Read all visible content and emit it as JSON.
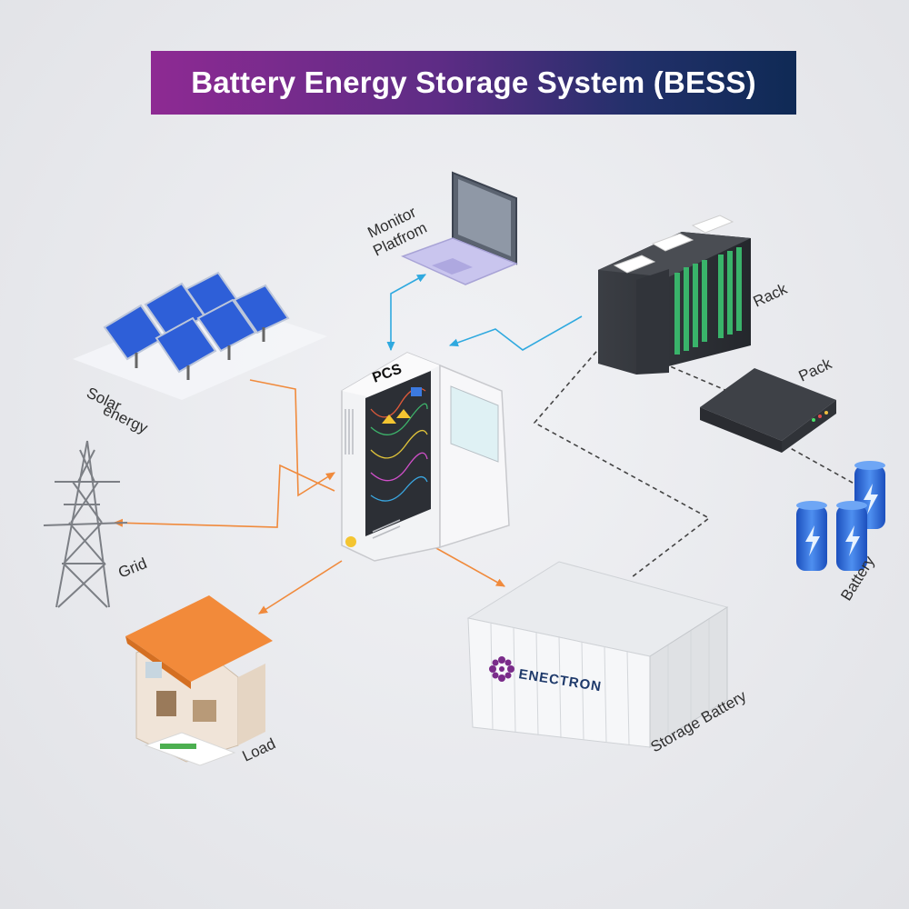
{
  "title": "Battery Energy Storage System (BESS)",
  "labels": {
    "pcs": "PCS",
    "monitor_line1": "Monitor",
    "monitor_line2": "Platfrom",
    "rack": "Rack",
    "pack": "Pack",
    "battery": "Battery",
    "solar_line1": "Solar",
    "solar_line2": "energy",
    "grid": "Grid",
    "load": "Load",
    "storage_battery": "Storage Battery",
    "brand": "ENECTRON"
  },
  "colors": {
    "banner_start": "#8e2a93",
    "banner_end": "#0f2a55",
    "power_flow": "#f08a3c",
    "data_flow": "#2fa9df",
    "link_dashed": "#444444",
    "roof": "#f28a3a",
    "solar_panel": "#2e5fd8",
    "battery_cell": "#2d6fe0",
    "brand": "#7a2c8a"
  },
  "icons": [
    "laptop-icon",
    "server-rack-icon",
    "pack-unit-icon",
    "battery-cells-icon",
    "pcs-cabinet-icon",
    "solar-panels-icon",
    "transmission-tower-icon",
    "house-icon",
    "container-icon",
    "brand-logo-icon"
  ]
}
